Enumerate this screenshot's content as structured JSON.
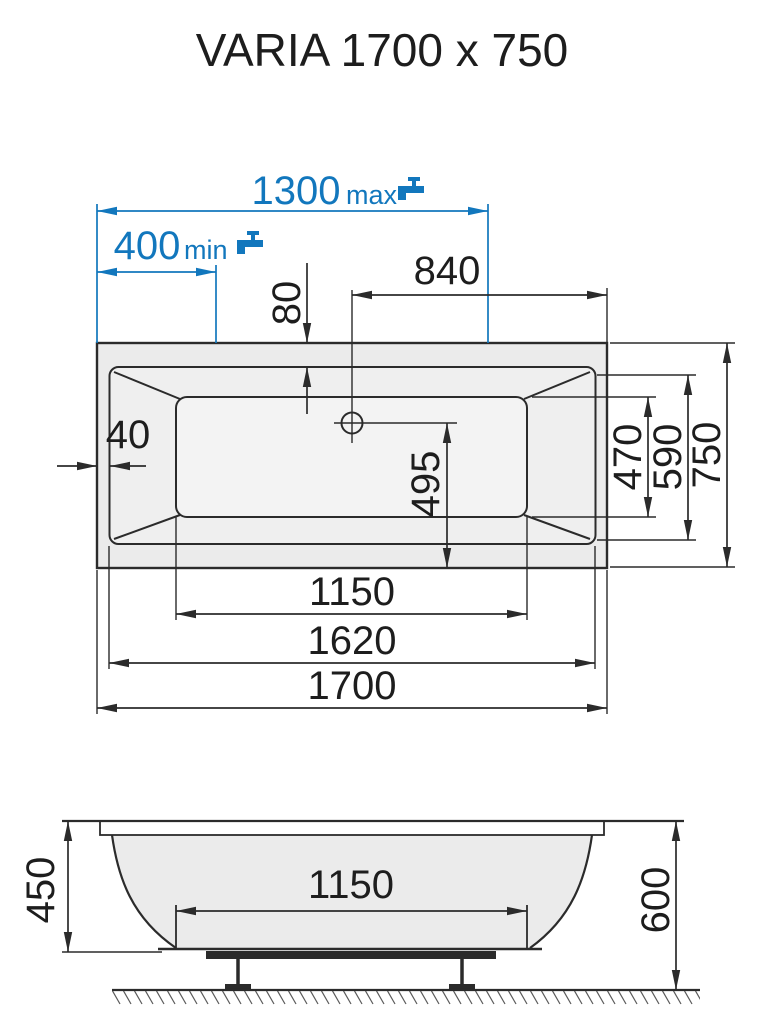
{
  "title": "VARIA 1700 x 750",
  "colors": {
    "accent_blue": "#1277bd",
    "line_color": "#2b2b2b",
    "text_color": "#1d1d1d",
    "tub_fill": "#ebebeb",
    "basin_fill": "#f3f3f3",
    "page_bg": "#ffffff"
  },
  "plan_view": {
    "tap_distance_max": {
      "value": "1300",
      "qualifier": "max"
    },
    "tap_distance_min": {
      "value": "400",
      "qualifier": "min"
    },
    "drain_from_right": "840",
    "rim_offset_top": "80",
    "rim_offset_side": "40",
    "drain_from_bottom": "495",
    "basin_width": "470",
    "rim_width": "590",
    "overall_width": "750",
    "basin_length": "1150",
    "rim_length": "1620",
    "overall_length": "1700"
  },
  "side_view": {
    "inner_depth": "450",
    "overall_height": "600",
    "base_length": "1150"
  }
}
